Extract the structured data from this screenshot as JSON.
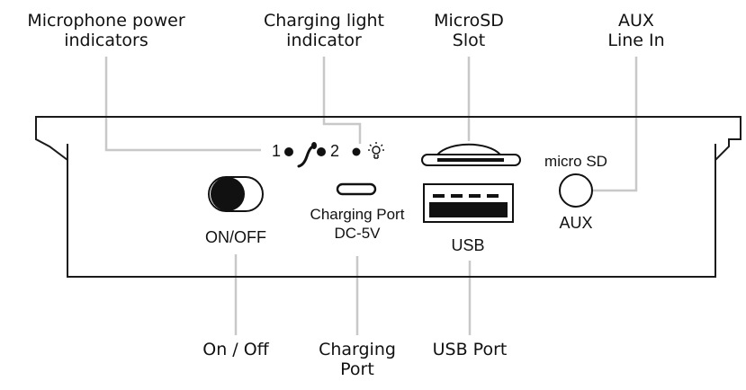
{
  "callouts": {
    "microphone_power": [
      "Microphone power",
      "indicators"
    ],
    "charging_light": [
      "Charging light",
      "indicator"
    ],
    "microsd_slot": [
      "MicroSD",
      "Slot"
    ],
    "aux_line_in": [
      "AUX",
      "Line In"
    ],
    "on_off": "On / Off",
    "charging_port": [
      "Charging",
      "Port"
    ],
    "usb_port": "USB Port"
  },
  "panel_labels": {
    "mic_indicator_1": "1",
    "mic_indicator_2": "2",
    "on_off": "ON/OFF",
    "charging_port": [
      "Charging Port",
      "DC-5V"
    ],
    "usb": "USB",
    "micro_sd": "micro SD",
    "aux": "AUX"
  },
  "colors": {
    "outline": "#1a1a1a",
    "leader_line": "#c8c8c8"
  },
  "icons": [
    "microphone-icon",
    "lightbulb-icon",
    "usb-c-port-icon",
    "usb-a-port-icon",
    "toggle-switch-icon",
    "aux-jack-icon",
    "microsd-slot-icon"
  ]
}
